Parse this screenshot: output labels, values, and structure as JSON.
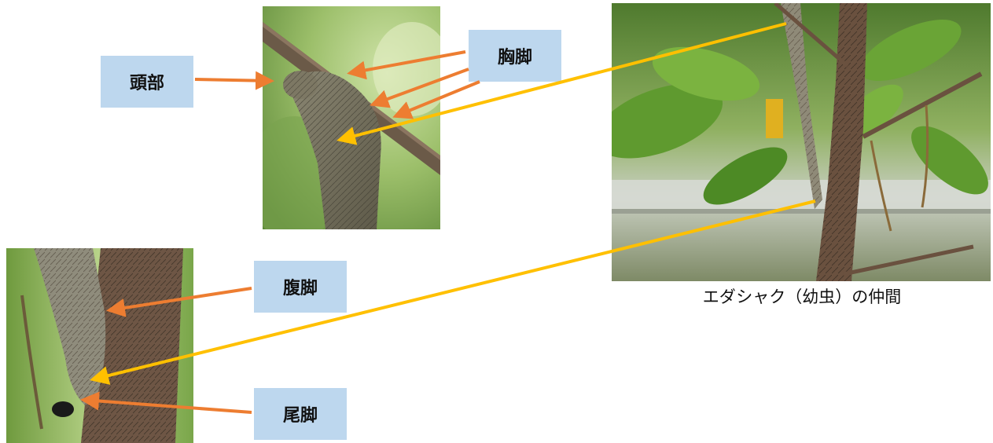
{
  "labels": {
    "head": "頭部",
    "thoracic_legs": "胸脚",
    "abdominal_legs": "腹脚",
    "anal_legs": "尾脚"
  },
  "caption": "エダシャク（幼虫）の仲間",
  "colors": {
    "label_bg": "#bdd7ee",
    "orange_arrow": "#ed7d31",
    "yellow_arrow": "#ffc000"
  }
}
